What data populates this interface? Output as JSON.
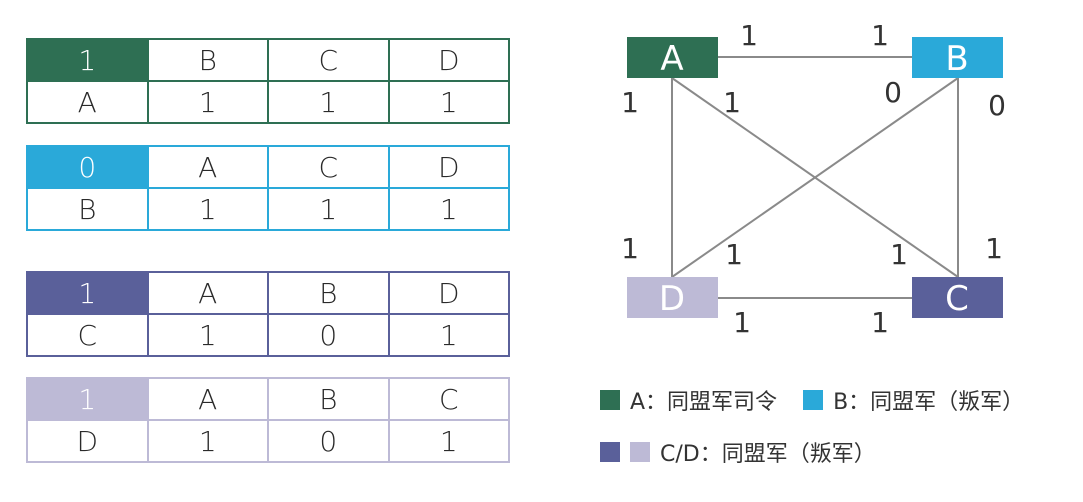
{
  "tables": [
    {
      "id": "a",
      "color": "#2e6f53",
      "head": [
        "1",
        "B",
        "C",
        "D"
      ],
      "row": [
        "A",
        "1",
        "1",
        "1"
      ]
    },
    {
      "id": "b",
      "color": "#2aa9d9",
      "head": [
        "0",
        "A",
        "C",
        "D"
      ],
      "row": [
        "B",
        "1",
        "1",
        "1"
      ]
    },
    {
      "id": "c",
      "color": "#5a609a",
      "head": [
        "1",
        "A",
        "B",
        "D"
      ],
      "row": [
        "C",
        "1",
        "0",
        "1"
      ]
    },
    {
      "id": "d",
      "color": "#bdbad6",
      "head": [
        "1",
        "A",
        "B",
        "C"
      ],
      "row": [
        "D",
        "1",
        "0",
        "1"
      ]
    }
  ],
  "graph": {
    "nodes": [
      {
        "label": "A",
        "color": "#2e6f53"
      },
      {
        "label": "B",
        "color": "#2aa9d9"
      },
      {
        "label": "C",
        "color": "#5a609a"
      },
      {
        "label": "D",
        "color": "#bdbad6"
      }
    ],
    "edge_labels": {
      "ab_a": "1",
      "ab_b": "1",
      "a_down": "1",
      "a_diag": "1",
      "b_diag": "0",
      "b_down": "0",
      "d_up": "1",
      "d_diag": "1",
      "c_diag": "1",
      "c_up": "1",
      "dc_d": "1",
      "dc_c": "1"
    }
  },
  "legend": {
    "row1": [
      {
        "color": "#2e6f53",
        "text": "A：同盟军司令"
      },
      {
        "color": "#2aa9d9",
        "text": "B：同盟军（叛军）"
      }
    ],
    "row2": {
      "colors": [
        "#5a609a",
        "#bdbad6"
      ],
      "text": "C/D：同盟军（叛军）"
    }
  }
}
